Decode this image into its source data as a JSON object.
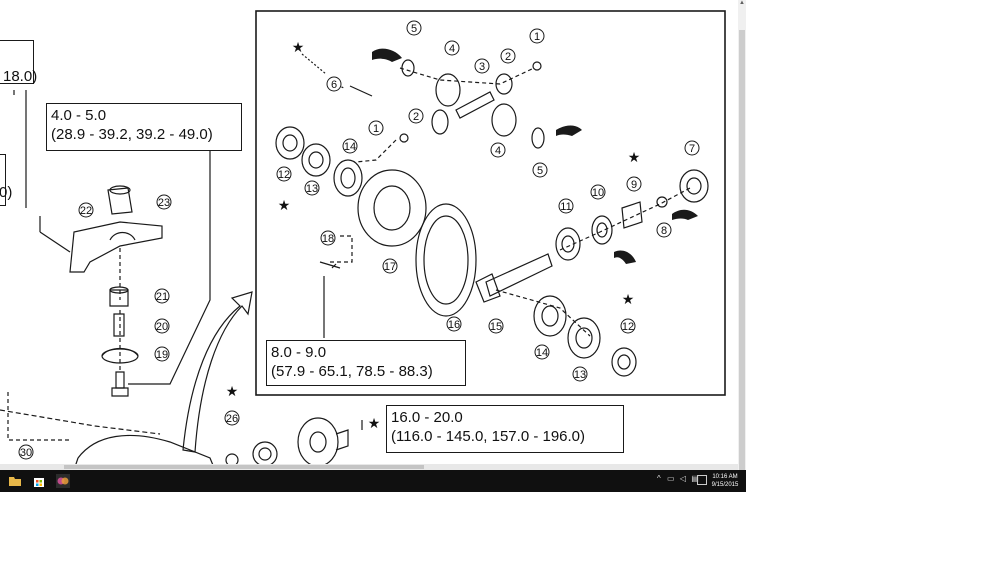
{
  "labels": {
    "torque_top_left": "18.0)",
    "torque_box_a_line1": "4.0 - 5.0",
    "torque_box_a_line2": "(28.9 - 39.2, 39.2 - 49.0)",
    "torque_box_b_line1": "8.0 - 9.0",
    "torque_box_b_line2": "(57.9 - 65.1, 78.5 - 88.3)",
    "torque_box_c_line1": "16.0 - 20.0",
    "torque_box_c_line2": "(116.0 - 145.0, 157.0 - 196.0)",
    "left_cut_text": "0)"
  },
  "parts": [
    "1",
    "2",
    "3",
    "4",
    "5",
    "6",
    "7",
    "8",
    "9",
    "10",
    "11",
    "12",
    "13",
    "14",
    "15",
    "16",
    "17",
    "18",
    "19",
    "20",
    "21",
    "22",
    "23",
    "26",
    "30"
  ],
  "star_symbol": "★",
  "taskbar": {
    "time": "10:16 AM",
    "date": "9/15/2015",
    "icons": [
      "file-explorer-icon",
      "store-icon",
      "app-icon"
    ]
  },
  "colors": {
    "taskbar": "#101010",
    "line": "#1a1a1a"
  }
}
